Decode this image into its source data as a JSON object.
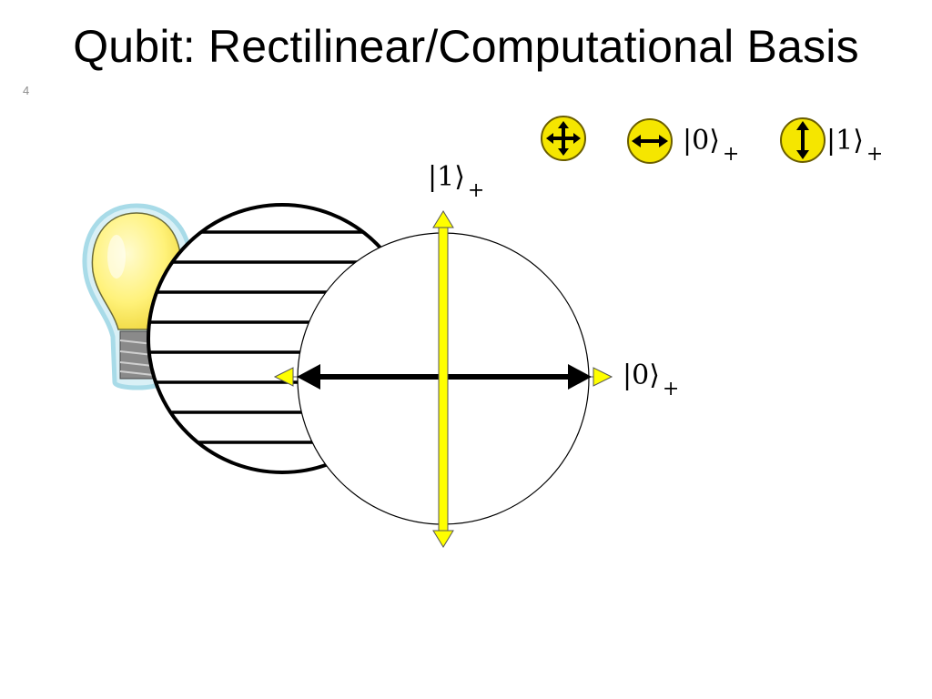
{
  "slide": {
    "title": "Qubit: Rectilinear/Computational Basis",
    "number": "4"
  },
  "legend": {
    "items": [
      {
        "icon": "four-way-arrow-icon",
        "label_ket": "",
        "label_sub": ""
      },
      {
        "icon": "horizontal-arrow-icon",
        "label_ket": "|0⟩",
        "label_sub": "+"
      },
      {
        "icon": "vertical-arrow-icon",
        "label_ket": "|1⟩",
        "label_sub": "+"
      }
    ]
  },
  "diagram": {
    "state_vertical": {
      "ket": "|1⟩",
      "sub": "+"
    },
    "state_horizontal": {
      "ket": "|0⟩",
      "sub": "+"
    }
  },
  "colors": {
    "accent_yellow": "#ffff00",
    "icon_yellow": "#f5e600",
    "outline": "#000000",
    "bulb_glow": "#a8dbe8",
    "bulb_glass": "#fff27a"
  }
}
